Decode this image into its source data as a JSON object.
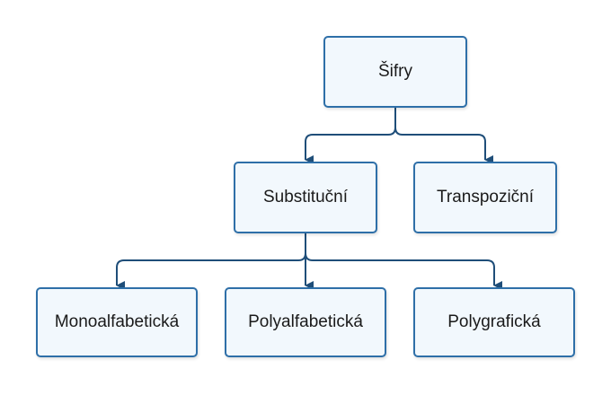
{
  "diagram": {
    "root": "Šifry",
    "substitution": "Substituční",
    "transposition": "Transpoziční",
    "mono": "Monoalfabetická",
    "poly": "Polyalfabetická",
    "polygraphic": "Polygrafická"
  },
  "colors": {
    "border": "#2e6fa8",
    "fill": "#f2f8fd",
    "connector": "#1f4e79",
    "text": "#1a1a1a"
  }
}
